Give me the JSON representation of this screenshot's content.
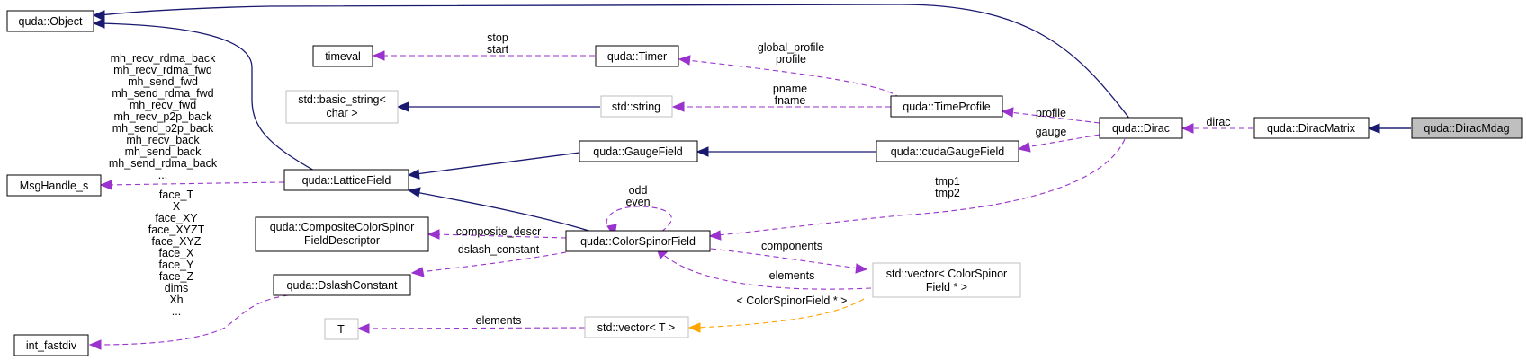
{
  "nodes": {
    "object": "quda::Object",
    "timeval": "timeval",
    "timer": "quda::Timer",
    "basic_string": [
      "std::basic_string<",
      "char >"
    ],
    "string": "std::string",
    "timeprofile": "quda::TimeProfile",
    "dirac": "quda::Dirac",
    "diracmatrix": "quda::DiracMatrix",
    "diracmdag": "quda::DiracMdag",
    "msghandle": "MsgHandle_s",
    "latticefield": "quda::LatticeField",
    "gaugefield": "quda::GaugeField",
    "cudagaugefield": "quda::cudaGaugeField",
    "compositedesc": [
      "quda::CompositeColorSpinor",
      "FieldDescriptor"
    ],
    "colorspinorfield": "quda::ColorSpinorField",
    "vector_csf": [
      "std::vector< ColorSpinor",
      "Field * >"
    ],
    "dslashconstant": "quda::DslashConstant",
    "int_fastdiv": "int_fastdiv",
    "T": "T",
    "vector_T": "std::vector< T >"
  },
  "edge_labels": {
    "timer_timeval": [
      "stop",
      "start"
    ],
    "timeprofile_timer": [
      "global_profile",
      "profile"
    ],
    "timeprofile_string": [
      "pname",
      "fname"
    ],
    "dirac_timeprofile": [
      "profile"
    ],
    "dirac_cudagaugefield": [
      "gauge"
    ],
    "diracmatrix_dirac": [
      "dirac"
    ],
    "latticefield_msghandle": [
      "mh_recv_rdma_back",
      "mh_recv_rdma_fwd",
      "mh_send_fwd",
      "mh_send_rdma_fwd",
      "mh_recv_fwd",
      "mh_recv_p2p_back",
      "mh_send_p2p_back",
      "mh_recv_back",
      "mh_send_back",
      "mh_send_rdma_back",
      "..."
    ],
    "csf_self": [
      "odd",
      "even"
    ],
    "dirac_csf": [
      "tmp1",
      "tmp2"
    ],
    "csf_compositedesc": [
      "composite_descr"
    ],
    "csf_dslashconstant": [
      "dslash_constant"
    ],
    "csf_vector": [
      "components"
    ],
    "vector_csf": [
      "elements"
    ],
    "dslash_int_fastdiv": [
      "face_T",
      "X",
      "face_XY",
      "face_XYZT",
      "face_XYZ",
      "face_X",
      "face_Y",
      "face_Z",
      "dims",
      "Xh",
      "..."
    ],
    "vectorT_T": [
      "elements"
    ],
    "vectorT_vector_csf": [
      "< ColorSpinorField * >"
    ]
  }
}
